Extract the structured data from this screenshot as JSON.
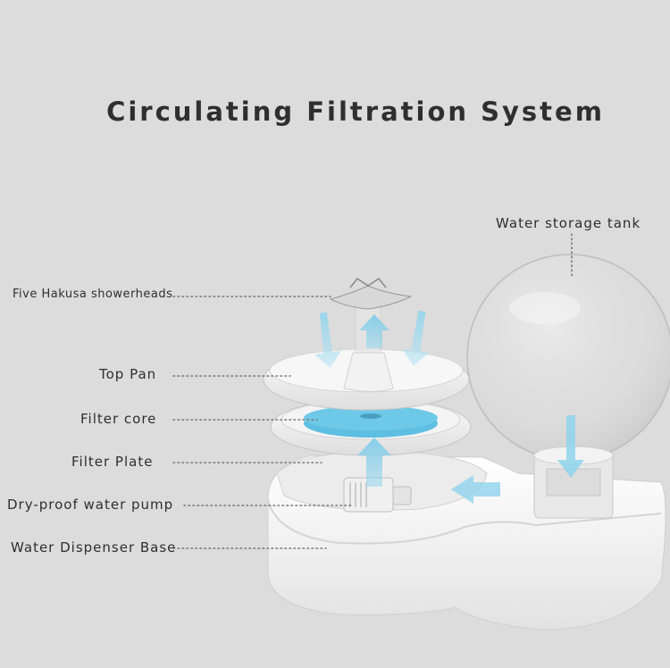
{
  "title": "Circulating Filtration System",
  "labels": {
    "storage_tank": "Water storage tank",
    "showerheads": "Five Hakusa showerheads",
    "top_pan": "Top Pan",
    "filter_core": "Filter core",
    "filter_plate": "Filter Plate",
    "water_pump": "Dry-proof water pump",
    "dispenser_base": "Water Dispenser Base"
  },
  "colors": {
    "background": "#dcdcdc",
    "flow_arrow": "#8ed3ec",
    "filter_core": "#6ec9e8"
  }
}
